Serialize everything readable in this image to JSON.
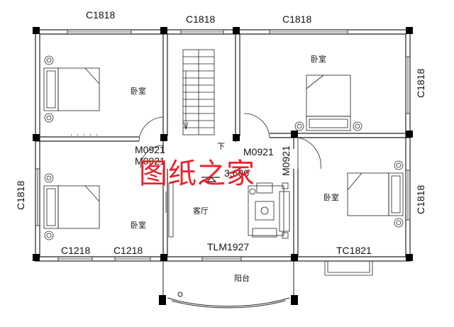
{
  "labels": {
    "window_top_left": "C1818",
    "window_top_middle": "C1818",
    "window_top_right": "C1818",
    "window_right_upper": "C1818",
    "window_right_lower": "C1818",
    "window_left": "C1818",
    "window_bottom_left_1": "C1218",
    "window_bottom_left_2": "C1218",
    "window_bottom_right": "TC1821",
    "door_1": "M0921",
    "door_2": "M0921",
    "door_3": "M0921",
    "door_4": "M0921",
    "sliding_door": "TLM1927",
    "elevation": "3.600",
    "stair_down": "下"
  },
  "rooms": {
    "bedroom_top_left": "卧室",
    "bedroom_top_right": "卧室",
    "bedroom_bottom_left": "卧室",
    "bedroom_bottom_right": "卧室",
    "living_room": "客厅",
    "balcony": "阳台"
  },
  "watermark": "图纸之家",
  "colors": {
    "wall": "#000000",
    "line": "#222222",
    "watermark": "#e8232a",
    "background": "#ffffff"
  }
}
